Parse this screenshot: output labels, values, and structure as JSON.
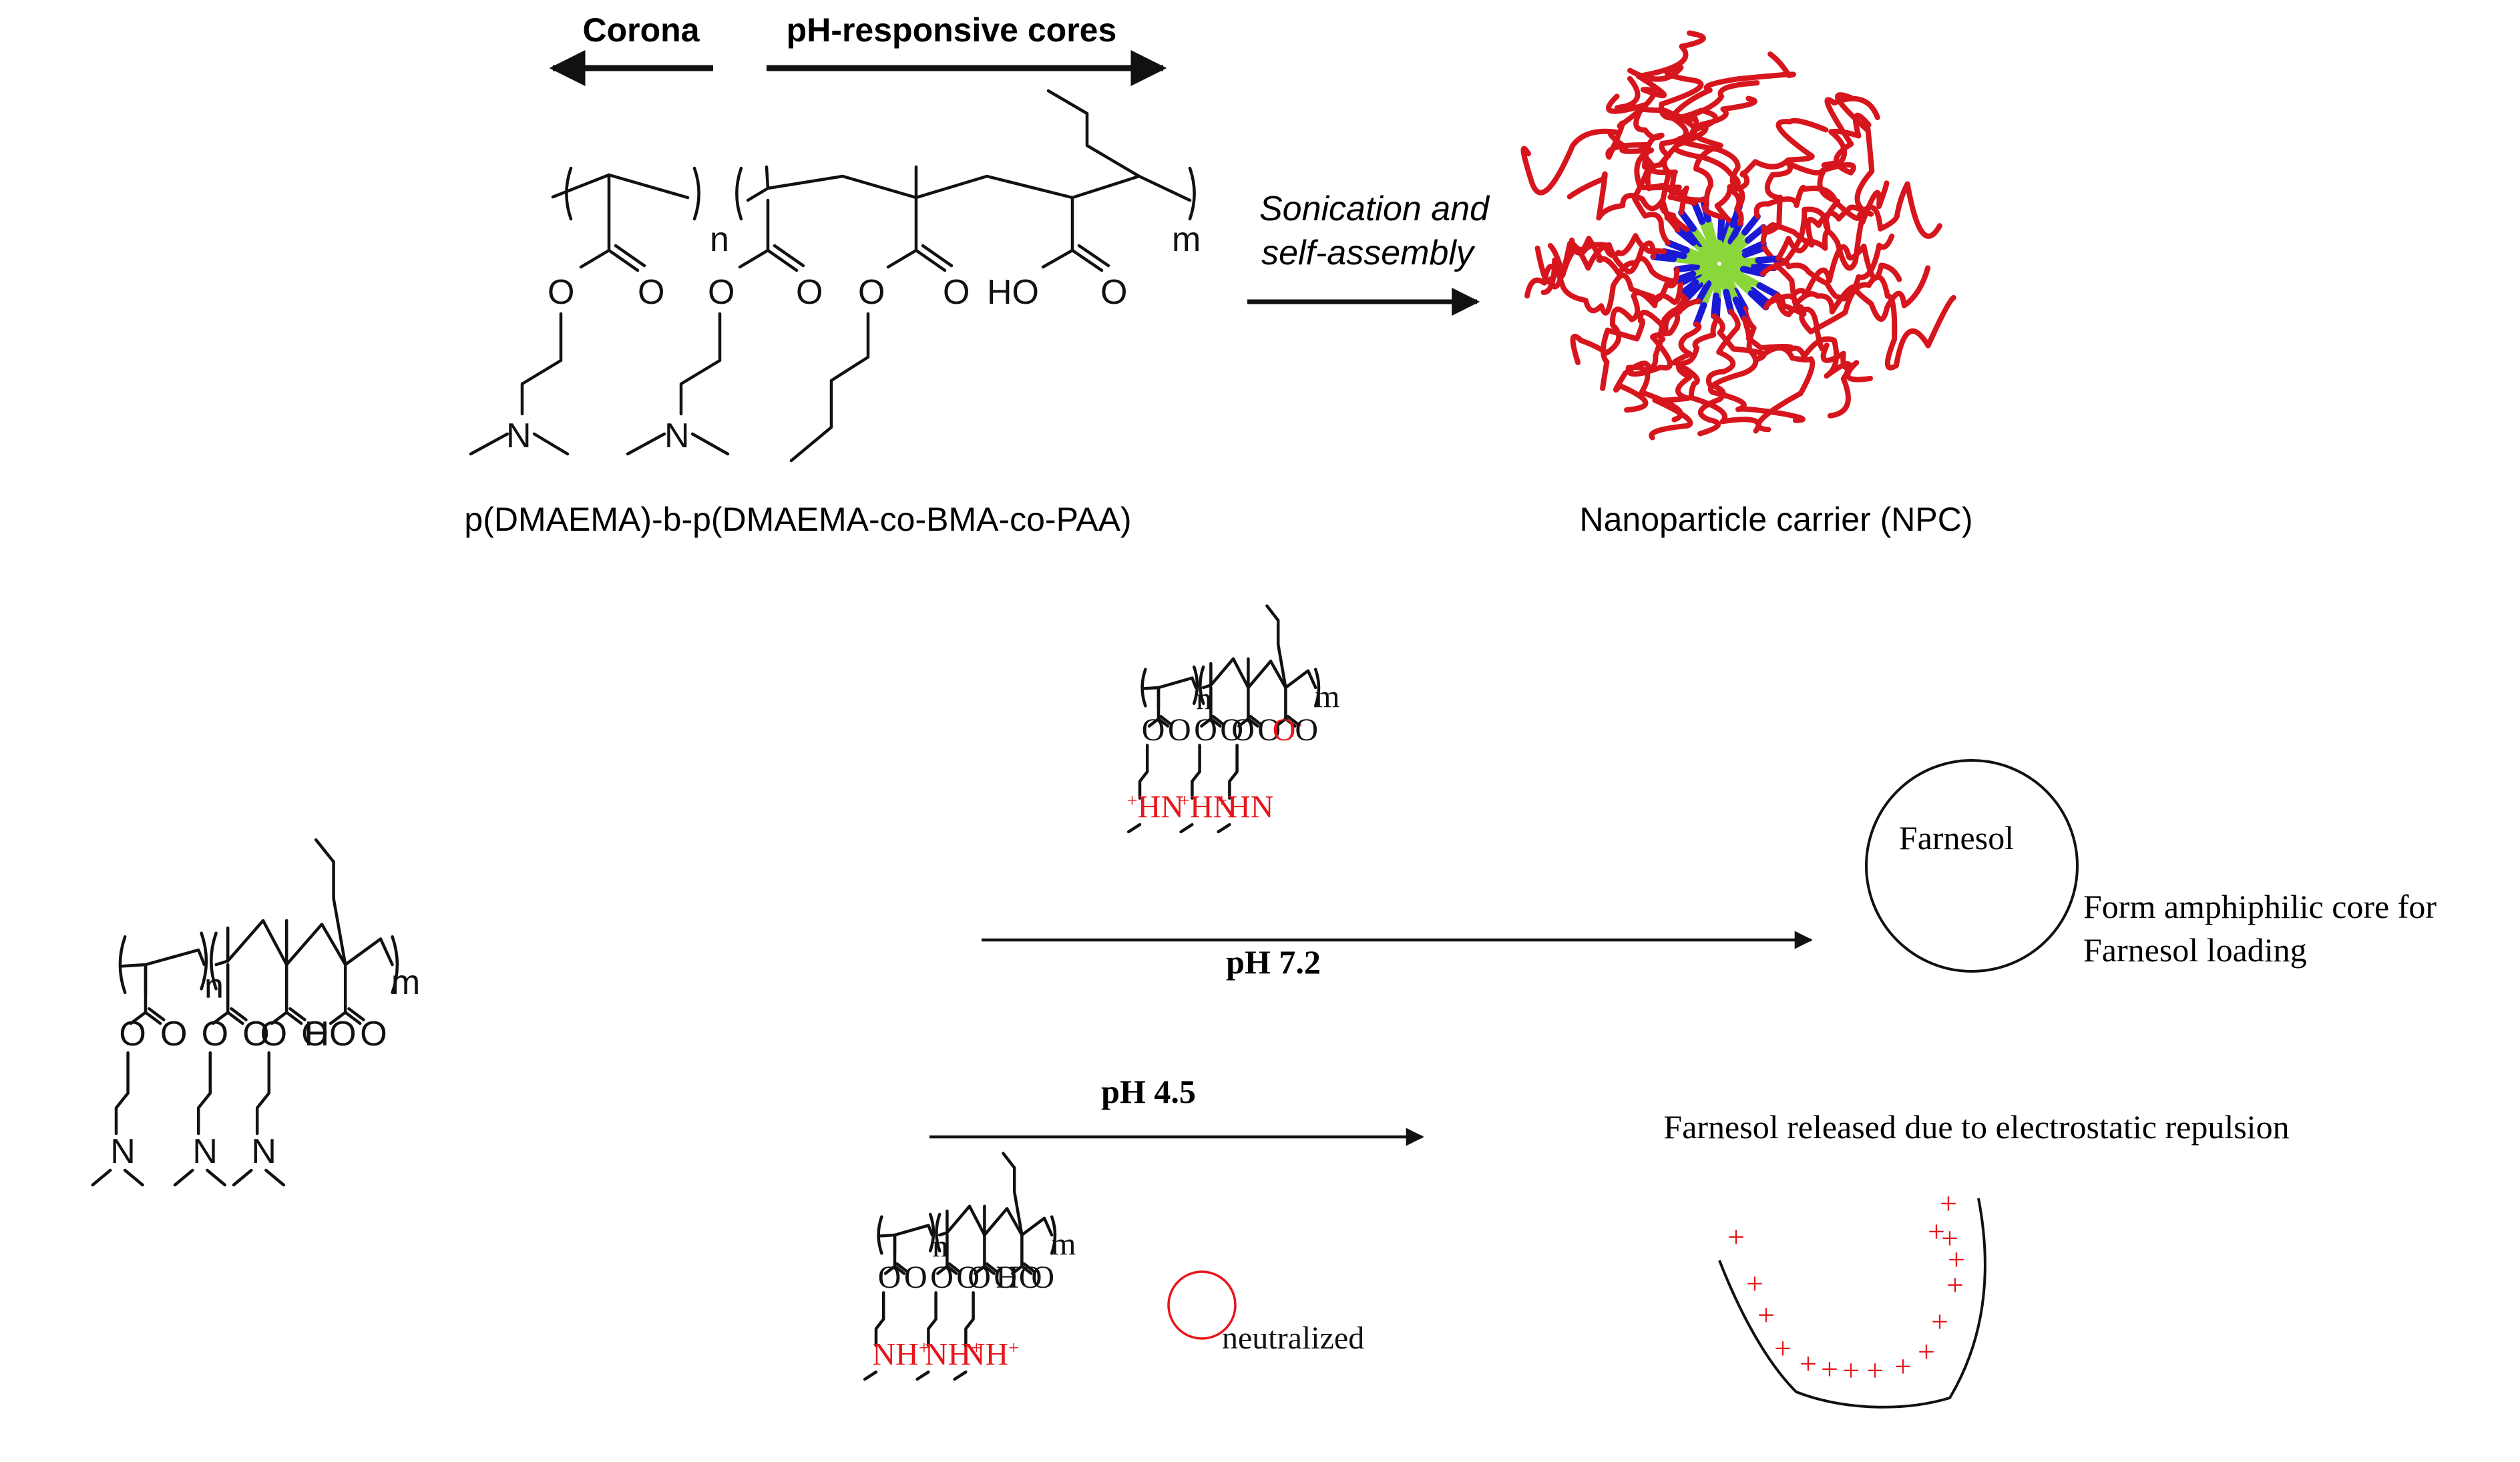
{
  "top": {
    "corona_label": "Corona",
    "cores_label": "pH-responsive cores",
    "polymer_name": "p(DMAEMA)-b-p(DMAEMA-co-BMA-co-PAA)",
    "process_line1": "Sonication and",
    "process_line2": "self-assembly",
    "npc_label": "Nanoparticle carrier (NPC)",
    "subscript_n": "n",
    "subscript_m": "m"
  },
  "atoms": {
    "O": "O",
    "N": "N",
    "HO": "HO",
    "NH_plus": "NH",
    "HN": "HN",
    "plus": "+",
    "minus": "-"
  },
  "bottom": {
    "ph_neutral": "pH 7.2",
    "ph_acidic": "pH 4.5",
    "farnesol": "Farnesol",
    "core_note_line1": "Form amphiphilic core for",
    "core_note_line2": "Farnesol loading",
    "release_note": "Farnesol released due to electrostatic repulsion",
    "neutralized": "neutralized",
    "charges": "+"
  },
  "colors": {
    "corona": "#d7151d",
    "core_blue": "#1a1ad6",
    "core_green": "#8bd63a",
    "charge_red": "#e8141b"
  }
}
